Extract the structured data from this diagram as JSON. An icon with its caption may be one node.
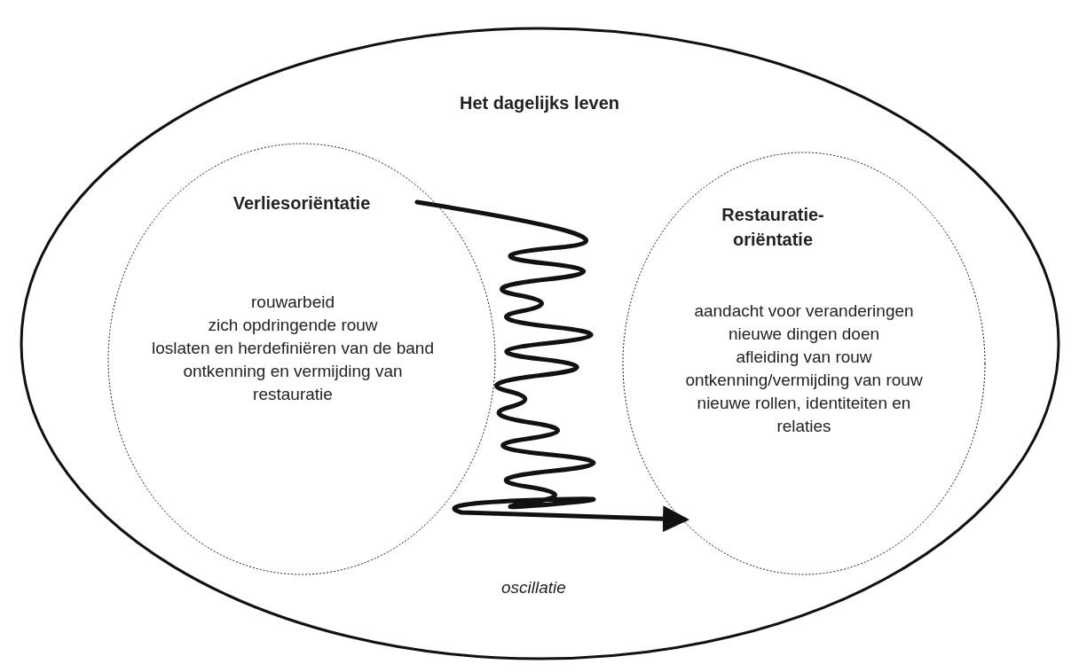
{
  "diagram": {
    "nodes": [
      {
        "text": [
          "Het dagelijks leven"
        ]
      },
      {
        "text": [
          "Verliesoriëntatie",
          "rouwarbeid",
          "zich opdringende rouw",
          "loslaten en herdefiniëren van de band",
          "ontkenning en vermijding van restauratie"
        ],
        "in": 0
      },
      {
        "text": [
          "Restauratie-oriëntatie",
          "aandacht voor veranderingen",
          "nieuwe dingen doen",
          "afleiding van rouw",
          "ontkenning/vermijding van rouw",
          "nieuwe rollen, identiteiten en relaties"
        ],
        "in": 0
      }
    ],
    "edges": [
      {
        "from": 1,
        "to": 2,
        "arrow": "to"
      }
    ],
    "labels": [
      "oscillatie"
    ]
  }
}
